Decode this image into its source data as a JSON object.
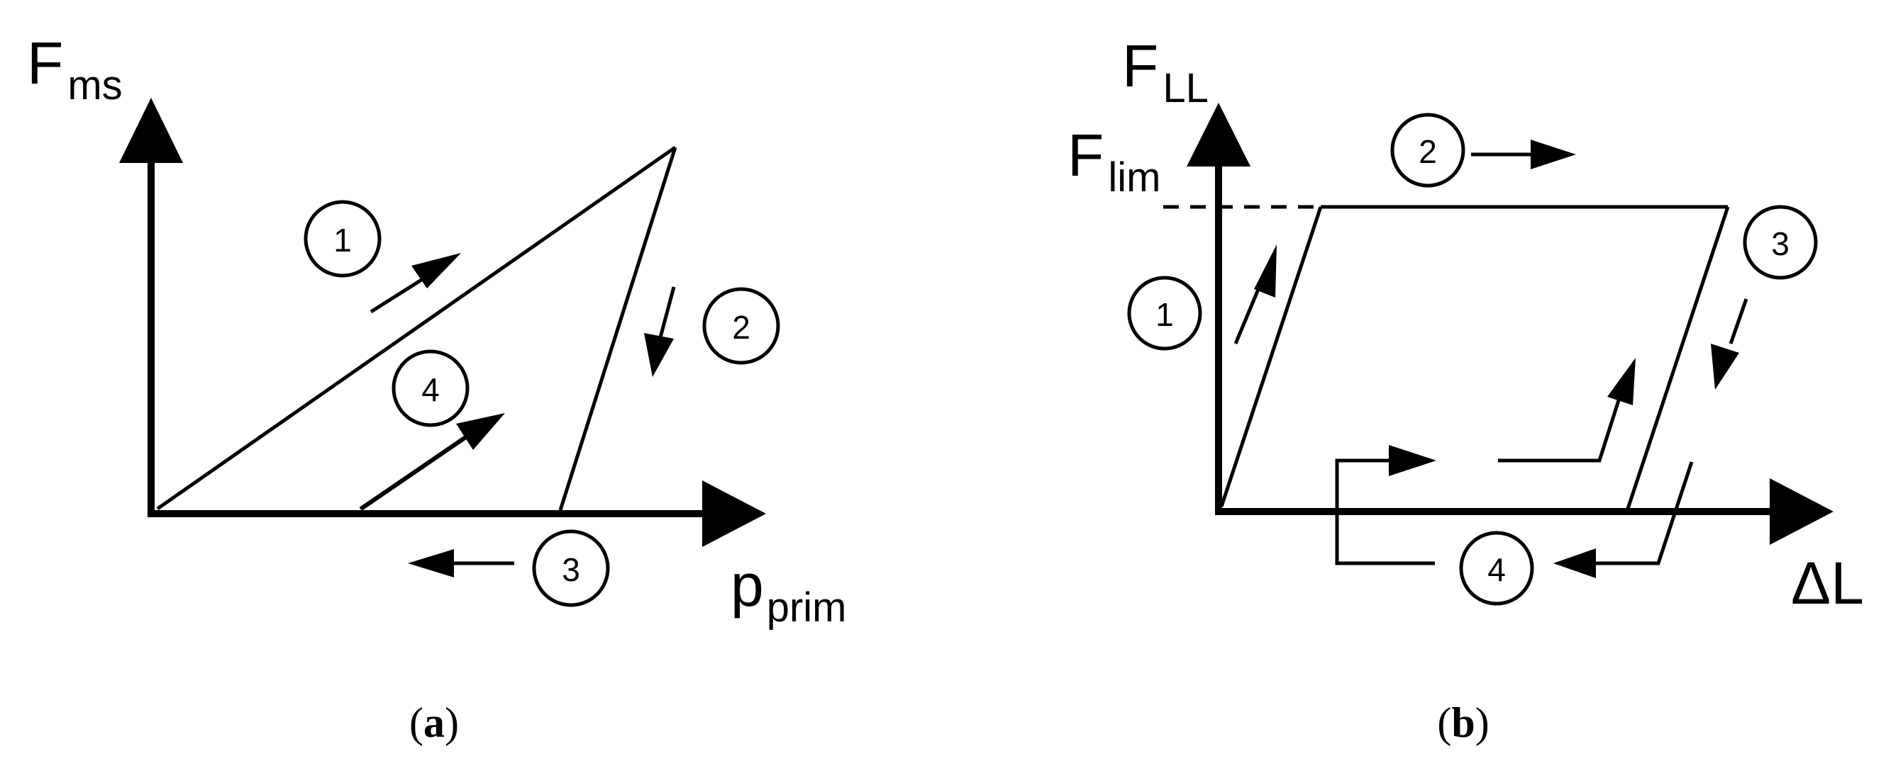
{
  "panel_a": {
    "y_axis": {
      "main": "F",
      "sub": "ms"
    },
    "x_axis": {
      "main": "p",
      "sub": "prim"
    },
    "steps": [
      "1",
      "2",
      "3",
      "4"
    ],
    "caption": {
      "open": "(",
      "letter": "a",
      "close": ")"
    }
  },
  "panel_b": {
    "y_axis": {
      "main": "F",
      "sub": "LL"
    },
    "limit_label": {
      "main": "F",
      "sub": "lim"
    },
    "x_axis": {
      "main": "ΔL"
    },
    "steps": [
      "1",
      "2",
      "3",
      "4"
    ],
    "caption": {
      "open": "(",
      "letter": "b",
      "close": ")"
    }
  }
}
